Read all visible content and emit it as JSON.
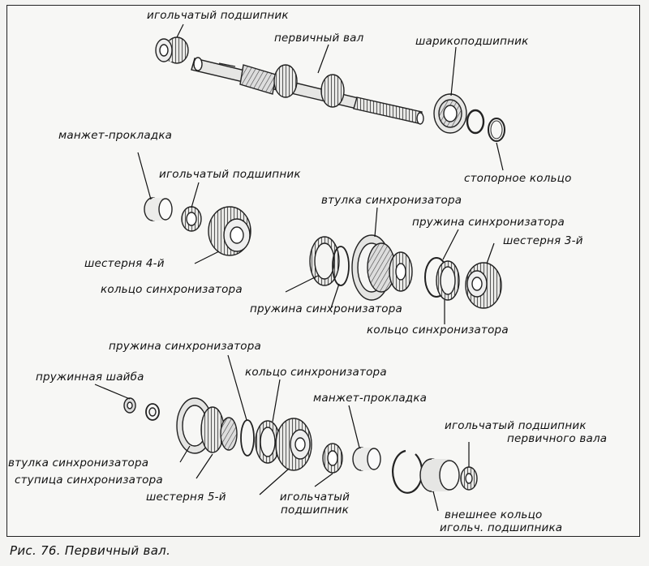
{
  "caption": "Рис. 76. Первичный вал.",
  "labels": {
    "needle_bearing_top": "игольчатый подшипник",
    "input_shaft": "первичный вал",
    "ball_bearing": "шарикоподшипник",
    "retaining_ring": "стопорное кольцо",
    "seal_gasket_1": "манжет-прокладка",
    "needle_bearing_2": "игольчатый подшипник",
    "sync_sleeve_1": "втулка синхронизатора",
    "sync_spring_1": "пружина синхронизатора",
    "gear_3": "шестерня 3-й",
    "gear_4": "шестерня 4-й",
    "sync_ring_1": "кольцо синхронизатора",
    "sync_spring_2": "пружина синхронизатора",
    "sync_ring_2": "кольцо синхронизатора",
    "sync_spring_3": "пружина синхронизатора",
    "sync_ring_3": "кольцо синхронизатора",
    "spring_washer": "пружинная шайба",
    "seal_gasket_2": "манжет-прокладка",
    "needle_bearing_shaft_1": "игольчатый подшипник",
    "needle_bearing_shaft_2": "первичного вала",
    "sync_sleeve_2": "втулка синхронизатора",
    "sync_hub": "ступица синхронизатора",
    "gear_5": "шестерня 5-й",
    "needle_bearing_3a": "игольчатый",
    "needle_bearing_3b": "подшипник",
    "outer_race_1": "внешнее кольцо",
    "outer_race_2": "игольч. подшипника"
  }
}
